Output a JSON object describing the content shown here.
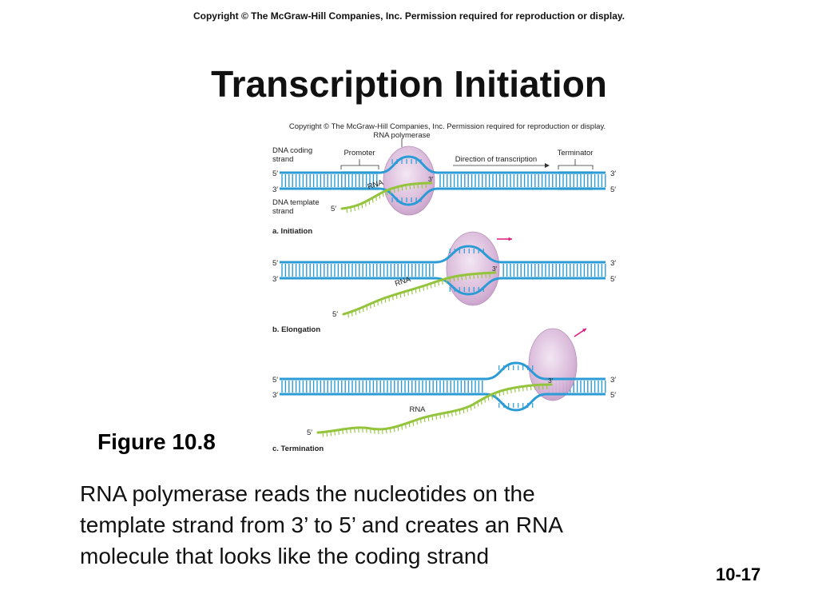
{
  "slide": {
    "copyright": "Copyright  © The McGraw-Hill Companies, Inc.  Permission required for reproduction or display.",
    "title": "Transcription Initiation",
    "figure_label": "Figure 10.8",
    "caption_lines": [
      "RNA polymerase reads the nucleotides on the",
      "template strand from 3’ to 5’ and creates an RNA",
      "molecule that looks like the coding strand"
    ],
    "slide_number": "10-17"
  },
  "figure": {
    "copyright": "Copyright © The McGraw-Hill Companies, Inc. Permission required for reproduction or display.",
    "polymerase_label": "RNA polymerase",
    "coding_strand_label": [
      "DNA coding",
      "strand"
    ],
    "template_strand_label": [
      "DNA template",
      "strand"
    ],
    "promoter_label": "Promoter",
    "direction_label": "Direction of transcription",
    "terminator_label": "Terminator",
    "rna_label": "RNA",
    "end_5": "5′",
    "end_3": "3′",
    "panels": [
      {
        "caption": "a. Initiation"
      },
      {
        "caption": "b. Elongation"
      },
      {
        "caption": "c. Termination"
      }
    ],
    "colors": {
      "dna": "#2b9bd6",
      "dna_dark": "#1c6fa8",
      "rna": "#93c43c",
      "polymerase": "#d8b6d8",
      "arrow": "#e0197d"
    }
  }
}
